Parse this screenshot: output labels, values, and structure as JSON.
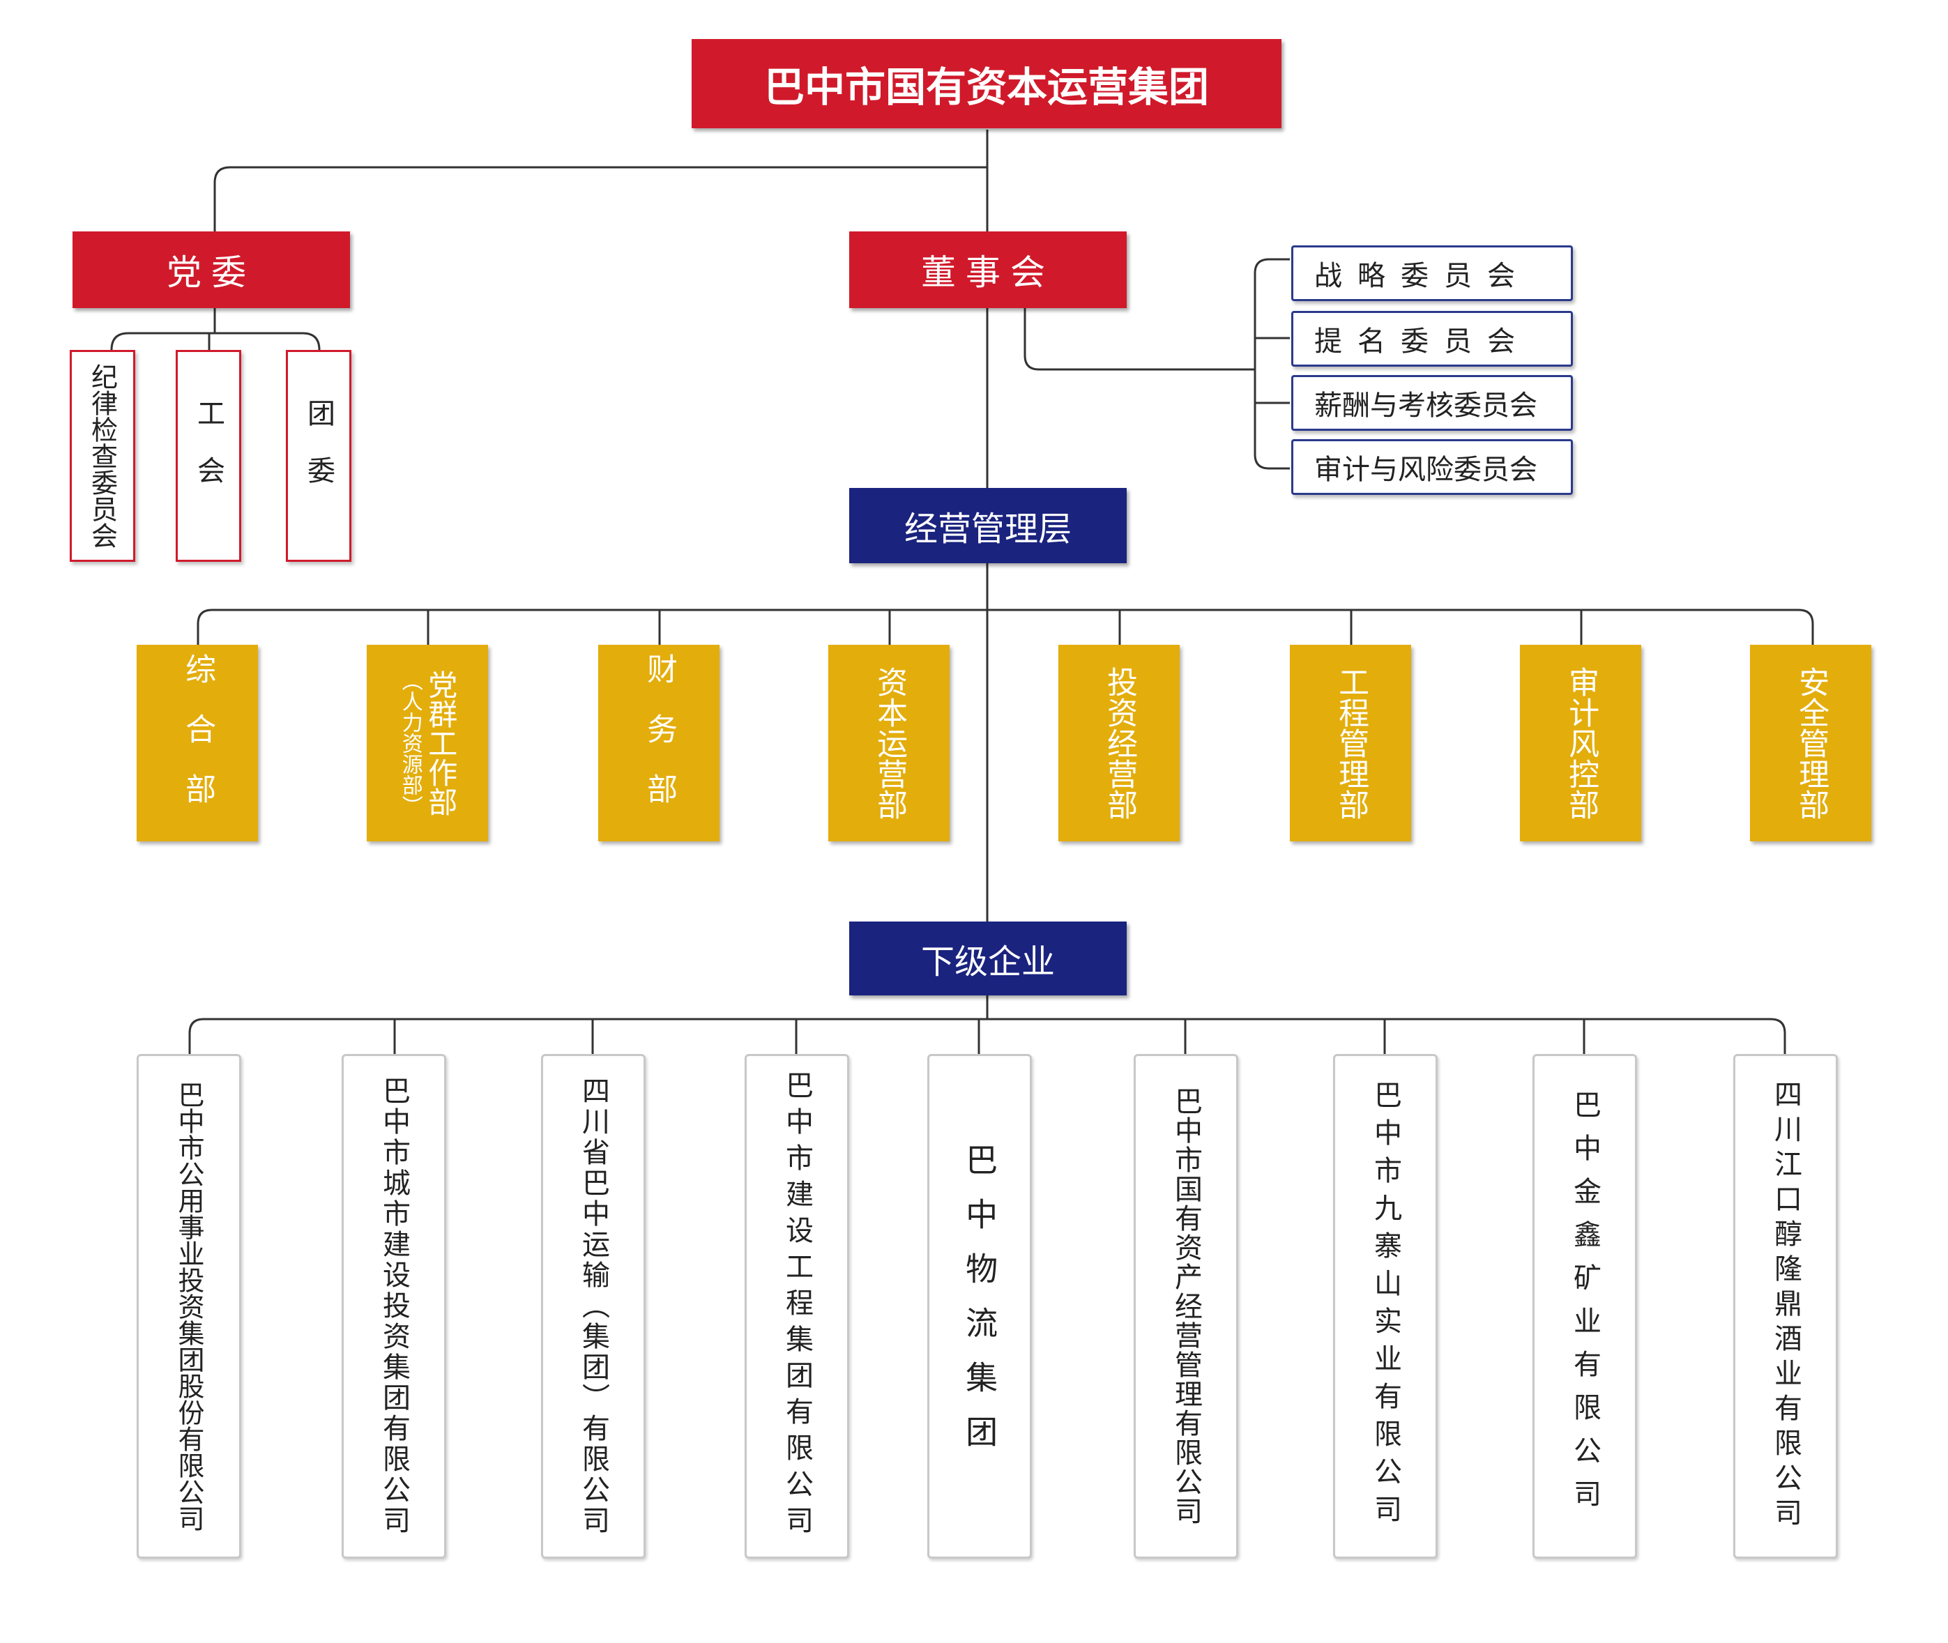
{
  "top": {
    "name": "巴中市国有资本运营集团"
  },
  "party": {
    "name": "党委",
    "children": [
      "纪律检查委员会",
      "工会",
      "团委"
    ]
  },
  "board": {
    "name": "董事会",
    "committees": [
      "战略委员会",
      "提名委员会",
      "薪酬与考核委员会",
      "审计与风险委员会"
    ]
  },
  "management": {
    "name": "经营管理层"
  },
  "departments": [
    "综合部",
    "党群工作部",
    "（人力资源部）",
    "财务部",
    "资本运营部",
    "投资经营部",
    "工程管理部",
    "审计风控部",
    "安全管理部"
  ],
  "subsidiaries_header": {
    "name": "下级企业"
  },
  "subsidiaries": [
    "巴中市公用事业投资集团股份有限公司",
    "巴中市城市建设投资集团有限公司",
    "四川省巴中运输（集团）有限公司",
    "巴中市建设工程集团有限公司",
    "巴中物流集团",
    "巴中市国有资产经营管理有限公司",
    "巴中市九寨山实业有限公司",
    "巴中金鑫矿业有限公司",
    "四川江口醇隆鼎酒业有限公司"
  ],
  "colors": {
    "red": "#d01a2b",
    "navy": "#1a237e",
    "gold": "#e3ad0c"
  }
}
